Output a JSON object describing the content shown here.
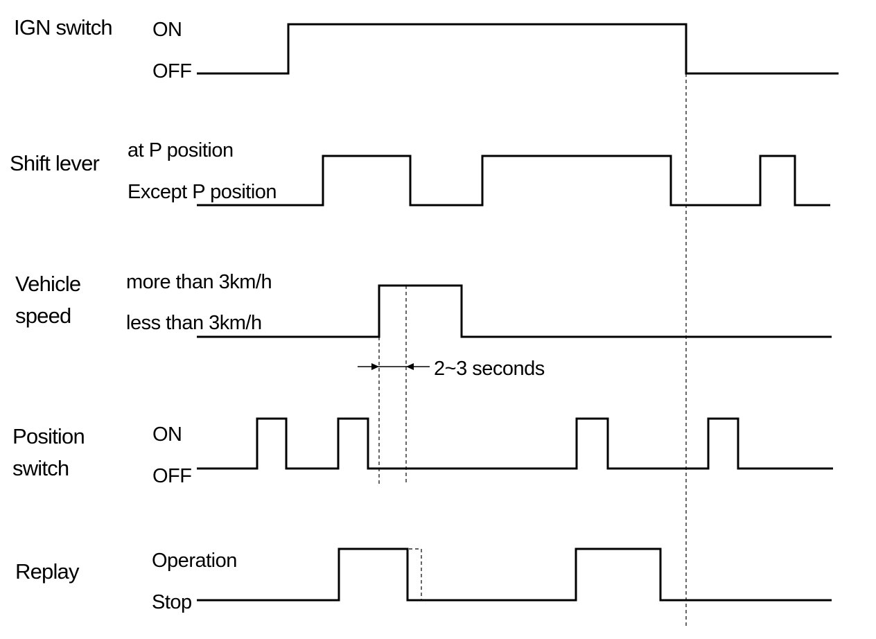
{
  "signals": [
    {
      "name": "IGN switch",
      "high_label": "ON",
      "low_label": "OFF"
    },
    {
      "name_lines": [
        "Shift lever"
      ],
      "high_label": "at P position",
      "low_label": "Except P position"
    },
    {
      "name_lines": [
        "Vehicle",
        "speed"
      ],
      "high_label": "more than 3km/h",
      "low_label": "less than 3km/h"
    },
    {
      "name_lines": [
        "Position",
        "switch"
      ],
      "high_label": "ON",
      "low_label": "OFF"
    },
    {
      "name_lines": [
        "Replay"
      ],
      "high_label": "Operation",
      "low_label": "Stop"
    }
  ],
  "annotations": {
    "delay": "2~3 seconds"
  }
}
